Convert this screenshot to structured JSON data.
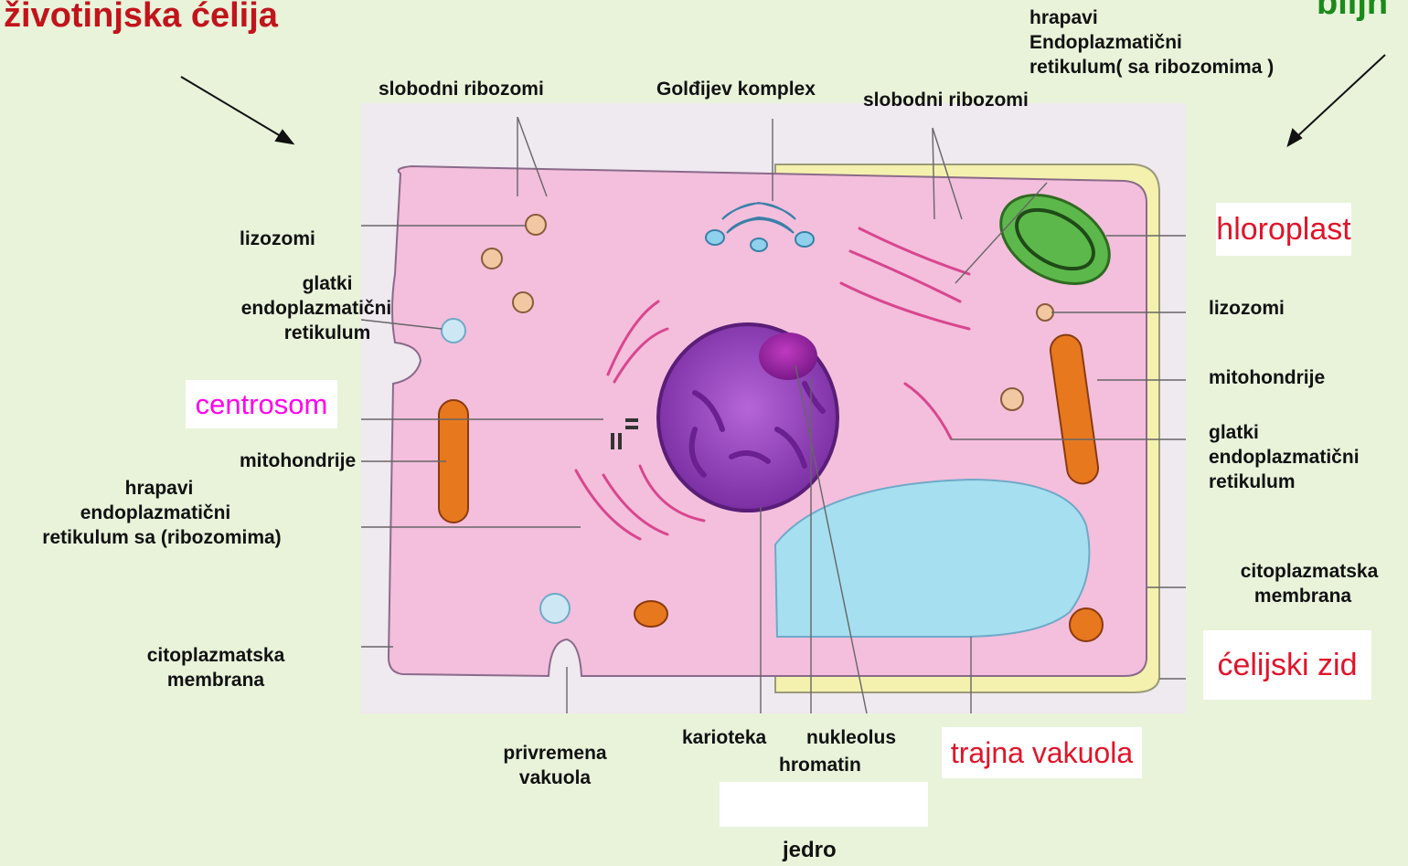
{
  "titles": {
    "animal": "životinjska ćelija",
    "plant": "biljn",
    "animal_color": "#c2141b",
    "plant_color": "#1b8a1b"
  },
  "labels": {
    "slobodni_ribozomi_1": "slobodni ribozomi",
    "goldjijev_komplex": "Golđijev komplex",
    "slobodni_ribozomi_2": "slobodni ribozomi",
    "hrapavi_er_top": [
      "hrapavi",
      "Endoplazmatični",
      "retikulum( sa ribozomima )"
    ],
    "lizozomi_left": "lizozomi",
    "glatki_er_left": [
      "glatki",
      "endoplazmatični",
      "retikulum"
    ],
    "centrosom": "centrosom",
    "mitohondrije_left": "mitohondrije",
    "hrapavi_er_left": [
      "hrapavi",
      "endoplazmatični",
      "retikulum sa (ribozomima)"
    ],
    "citoplazmatska_left": [
      "citoplazmatska",
      "membrana"
    ],
    "privremena_vakuola": [
      "privremena",
      "vakuola"
    ],
    "karioteka": "karioteka",
    "nukleolus": "nukleolus",
    "hromatin": "hromatin",
    "trajna_vakuola": "trajna vakuola",
    "jedro": "jedro",
    "hloroplast": "hloroplast",
    "lizozomi_right": "lizozomi",
    "mitohondrije_right": "mitohondrije",
    "glatki_er_right": [
      "glatki",
      "endoplazmatični",
      "retikulum"
    ],
    "citoplazmatska_right": [
      "citoplazmatska",
      "membrana"
    ],
    "celijski_zid": "ćelijski zid"
  },
  "colors": {
    "background": "#e8f3da",
    "cytoplasm": "#f3bfdc",
    "nucleus": "#8a3ab0",
    "vacuole": "#a6dff0",
    "mitochondria": "#e8781e",
    "chloroplast": "#5cb84a",
    "cell_wall": "#f2f0a8",
    "highlight_red": "#e0142a",
    "highlight_magenta": "#ff00ee"
  }
}
